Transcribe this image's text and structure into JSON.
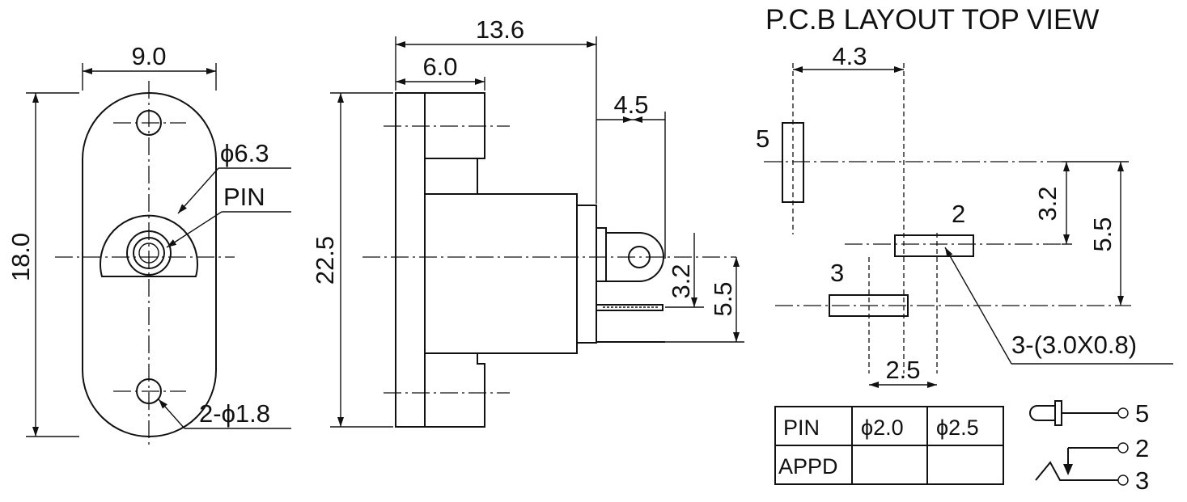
{
  "title": "P.C.B LAYOUT  TOP VIEW",
  "front_view": {
    "width": "9.0",
    "height": "18.0",
    "outer_dia": "ϕ6.3",
    "pin_label": "PIN",
    "holes": "2-ϕ1.8"
  },
  "side_view": {
    "length": "13.6",
    "flange": "6.0",
    "tab": "4.5",
    "height": "22.5",
    "pin_spacing": "3.2",
    "pin_total": "5.5"
  },
  "pcb_layout": {
    "horiz": "4.3",
    "v_small": "3.2",
    "v_total": "5.5",
    "spacing": "2.5",
    "slots": "3-(3.0X0.8)",
    "pin_numbers": [
      "5",
      "2",
      "3"
    ]
  },
  "table": {
    "rows": [
      [
        "PIN",
        "ϕ2.0",
        "ϕ2.5"
      ],
      [
        "APPD",
        "",
        ""
      ]
    ]
  },
  "schematic": {
    "labels": [
      "5",
      "2",
      "3"
    ]
  }
}
